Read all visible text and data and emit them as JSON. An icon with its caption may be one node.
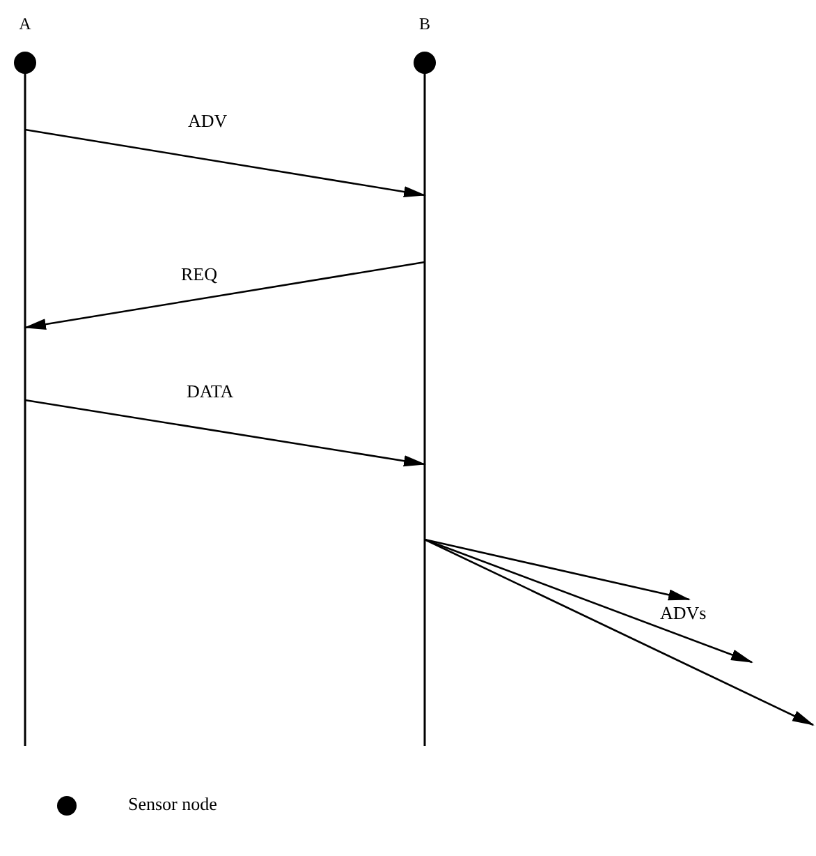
{
  "diagram": {
    "nodes": [
      {
        "text": [
          "A"
        ]
      },
      {
        "text": [
          "B"
        ]
      }
    ],
    "edges": [
      {
        "from": 0,
        "to": 1,
        "arrow": "to",
        "label": "ADV"
      },
      {
        "from": 1,
        "to": 0,
        "arrow": "to",
        "label": "REQ"
      },
      {
        "from": 0,
        "to": 1,
        "arrow": "to",
        "label": "DATA"
      },
      {
        "from": 1,
        "to": null,
        "arrow": "to"
      },
      {
        "from": 1,
        "to": null,
        "arrow": "to",
        "label": "ADVs"
      },
      {
        "from": 1,
        "to": null,
        "arrow": "to"
      }
    ],
    "legend": [
      {
        "text": "Sensor node"
      }
    ]
  }
}
